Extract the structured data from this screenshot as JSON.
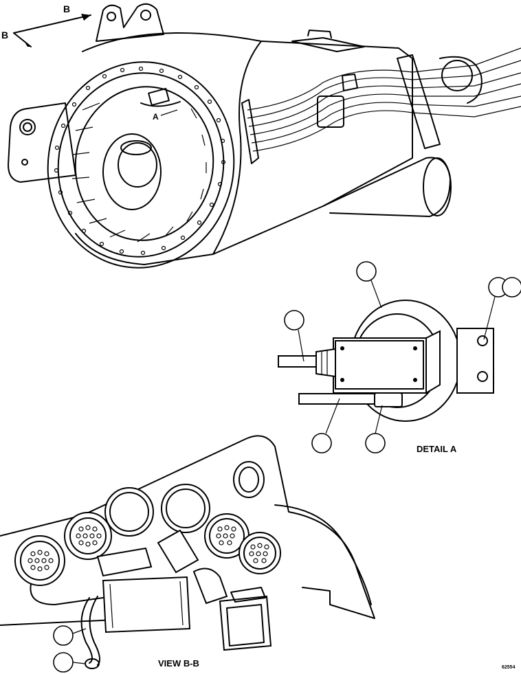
{
  "labels": {
    "view_marker_top": "B",
    "view_marker_left": "B",
    "detail_marker": "A",
    "detail_title": "DETAIL A",
    "view_title": "VIEW B-B",
    "figure_id": "62554"
  },
  "callouts": {
    "detail_a_count": 6,
    "view_bb_count": 2
  }
}
